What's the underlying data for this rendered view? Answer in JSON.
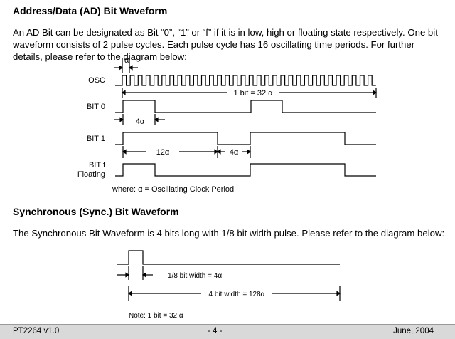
{
  "section1": {
    "heading": "Address/Data (AD) Bit Waveform",
    "lines": [
      "An AD Bit can be designated as Bit “0”, “1” or “f” if it is in low, high or floating state respectively. One bit",
      "waveform consists of 2 pulse cycles. Each pulse cycle has 16 oscillating time periods.  For further",
      "details, please refer to the diagram below:"
    ]
  },
  "diagram1": {
    "alpha_marker": "α",
    "osc_label": "OSC",
    "bit0_label": "BIT 0",
    "bit1_label": "BIT 1",
    "bitf_label_line1": "BIT f",
    "bitf_label_line2": "Floating",
    "one_bit_span": "1 bit = 32 α",
    "four_alpha": "4α",
    "twelve_alpha": "12α",
    "four_alpha_2": "4α",
    "where_note": "where: α = Oscillating Clock Period"
  },
  "section2": {
    "heading": "Synchronous (Sync.) Bit Waveform",
    "text": "The Synchronous Bit Waveform is 4 bits long with 1/8 bit width pulse. Please refer to the diagram below:"
  },
  "diagram2": {
    "eighth_width": "1/8 bit width = 4α",
    "four_bit_width": "4 bit width = 128α",
    "note": "Note: 1 bit = 32 α"
  },
  "footer": {
    "left": "PT2264 v1.0",
    "center": "- 4 -",
    "right": "June, 2004"
  }
}
